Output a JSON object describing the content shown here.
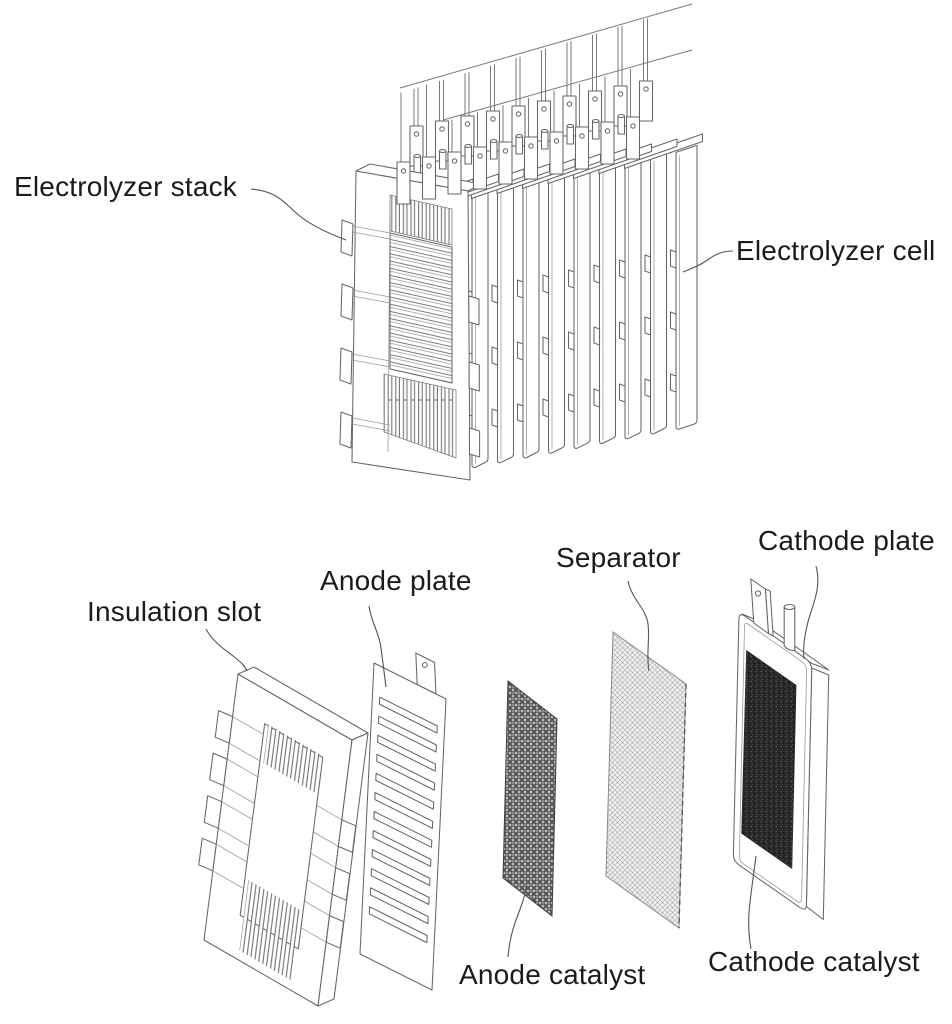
{
  "labels": {
    "stack": "Electrolyzer stack",
    "cell": "Electrolyzer cell",
    "insulation_slot": "Insulation slot",
    "anode_plate": "Anode plate",
    "separator": "Separator",
    "cathode_plate": "Cathode plate",
    "anode_catalyst": "Anode catalyst",
    "cathode_catalyst": "Cathode catalyst"
  },
  "colors": {
    "background": "#ffffff",
    "text": "#1b1b1b",
    "line": "#666666",
    "anode_catalyst_mesh": "#4d4d4d",
    "separator_mesh": "#c2c2c2",
    "cathode_catalyst_fill": "#282828"
  }
}
